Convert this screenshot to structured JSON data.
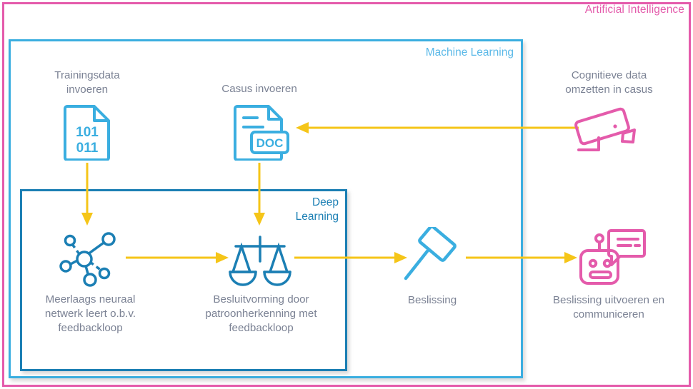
{
  "diagram": {
    "title": "Artificial Intelligence / Machine Learning / Deep Learning process diagram",
    "colors": {
      "ai_pink": "#e45bab",
      "ml_blue": "#3aaee0",
      "ml_label_blue": "#5bb9e8",
      "dl_blue": "#1b7fb4",
      "arrow_yellow": "#f5c518",
      "caption_gray": "#7b8294",
      "icon_light_blue": "#3aaee0",
      "icon_dark_blue": "#1b7fb4",
      "icon_pink": "#e45bab",
      "background": "#ffffff"
    }
  },
  "frames": {
    "ai": {
      "label": "Artificial Intelligence"
    },
    "ml": {
      "label": "Machine Learning"
    },
    "dl": {
      "label": "Deep\nLearning"
    }
  },
  "nodes": [
    {
      "id": "training-data",
      "caption": "Trainingsdata\ninvoeren",
      "icon": "binary-file-icon",
      "icon_text": [
        "101",
        "011"
      ]
    },
    {
      "id": "case-input",
      "caption": "Casus invoeren",
      "icon": "doc-file-icon",
      "icon_text": [
        "DOC"
      ]
    },
    {
      "id": "cognitive-data",
      "caption": "Cognitieve data\nomzetten in casus",
      "icon": "security-camera-icon",
      "icon_text": []
    },
    {
      "id": "neural-network",
      "caption": "Meerlaags neuraal\nnetwerk leert o.b.v.\nfeedbackloop",
      "icon": "neural-network-icon",
      "icon_text": []
    },
    {
      "id": "decision-making",
      "caption": "Besluitvorming door\npatroonherkenning met\nfeedbackloop",
      "icon": "balance-scales-icon",
      "icon_text": []
    },
    {
      "id": "decision",
      "caption": "Beslissing",
      "icon": "gavel-icon",
      "icon_text": []
    },
    {
      "id": "execute-communicate",
      "caption": "Beslissing uitvoeren en\ncommuniceren",
      "icon": "robot-chat-icon",
      "icon_text": []
    }
  ],
  "arrows": [
    {
      "id": "camera-to-doc",
      "direction": "left",
      "from": "cognitive-data",
      "to": "case-input"
    },
    {
      "id": "trainingdata-to-network",
      "direction": "down",
      "from": "training-data",
      "to": "neural-network"
    },
    {
      "id": "doc-to-scales",
      "direction": "down",
      "from": "case-input",
      "to": "decision-making"
    },
    {
      "id": "network-to-scales",
      "direction": "right",
      "from": "neural-network",
      "to": "decision-making"
    },
    {
      "id": "scales-to-gavel",
      "direction": "right",
      "from": "decision-making",
      "to": "decision"
    },
    {
      "id": "gavel-to-robot",
      "direction": "right",
      "from": "decision",
      "to": "execute-communicate"
    }
  ]
}
